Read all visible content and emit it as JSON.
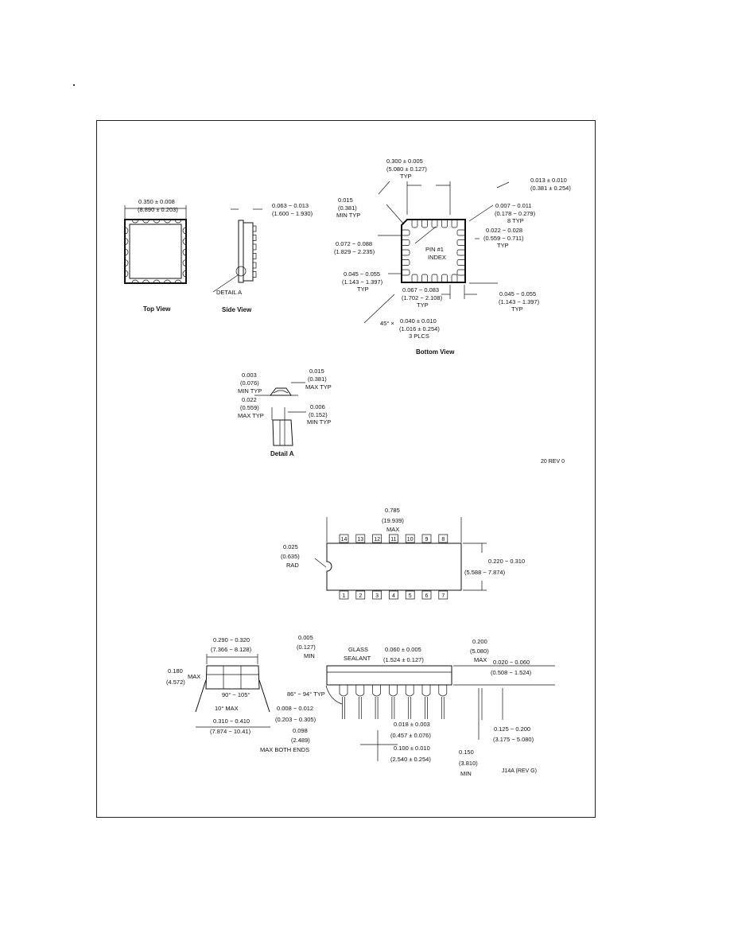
{
  "page": {
    "stray_mark": "."
  },
  "lcc": {
    "top_view": {
      "caption": "Top View",
      "dim_in": "0.350 ± 0.008",
      "dim_mm": "(8.890 ± 0.203)"
    },
    "side_view": {
      "caption": "Side View",
      "dim_in": "0.063 − 0.013",
      "dim_mm": "(1.600 − 1.930)",
      "detail_label": "DETAIL A"
    },
    "bottom_view": {
      "caption": "Bottom View",
      "pin_index_line1": "PIN #1",
      "pin_index_line2": "INDEX",
      "dim_top_in": "0.300 ± 0.005",
      "dim_top_mm": "(5.080 ± 0.127)",
      "dim_top_typ": "TYP",
      "dim_015_in": "0.015",
      "dim_015_mm": "(0.381)",
      "dim_015_note": "MIN TYP",
      "dim_right1_in": "0.013 ± 0.010",
      "dim_right1_mm": "(0.381 ± 0.254)",
      "dim_right2_in": "0.007 − 0.011",
      "dim_right2_mm": "(0.178 − 0.279)",
      "dim_right2_note": "8 TYP",
      "dim_right3_in": "0.022 − 0.028",
      "dim_right3_mm": "(0.559 − 0.711)",
      "dim_right3_note": "TYP",
      "dim_left1_in": "0.072 − 0.088",
      "dim_left1_mm": "(1.829 − 2.235)",
      "dim_left2_in": "0.045 − 0.055",
      "dim_left2_mm": "(1.143 − 1.397)",
      "dim_left2_note": "TYP",
      "dim_bottom_in": "0.067 − 0.083",
      "dim_bottom_mm": "(1.702 − 2.108)",
      "dim_bottom_note": "TYP",
      "dim_br_in": "0.045 − 0.055",
      "dim_br_mm": "(1.143 − 1.397)",
      "dim_br_note": "TYP",
      "chamfer_angle": "45° ×",
      "chamfer_in": "0.040 ± 0.010",
      "chamfer_mm": "(1.016 ± 0.254)",
      "chamfer_note": "3 PLCS"
    },
    "detail_a": {
      "caption": "Detail A",
      "d1_in": "0.003",
      "d1_mm": "(0.076)",
      "d1_note": "MIN TYP",
      "d2_in": "0.022",
      "d2_mm": "(0.559)",
      "d2_note": "MAX TYP",
      "d3_in": "0.015",
      "d3_mm": "(0.381)",
      "d3_note": "MAX TYP",
      "d4_in": "0.006",
      "d4_mm": "(0.152)",
      "d4_note": "MIN TYP"
    },
    "drawing_number": "20 REV 0"
  },
  "dip": {
    "top_pins": [
      "14",
      "13",
      "12",
      "11",
      "10",
      "9",
      "8"
    ],
    "bottom_pins": [
      "1",
      "2",
      "3",
      "4",
      "5",
      "6",
      "7"
    ],
    "length_in": "0.785",
    "length_mm": "(19.939)",
    "length_note": "MAX",
    "notch_in": "0.025",
    "notch_mm": "(0.635)",
    "notch_note": "RAD",
    "width_in": "0.220 − 0.310",
    "width_mm": "(5.588 − 7.874)",
    "end_width_in": "0.290 − 0.320",
    "end_width_mm": "(7.366 − 8.128)",
    "end_height_in": "0.180",
    "end_height_mm": "(4.572)",
    "end_height_note": "MAX",
    "angle_range": "90° − 105°",
    "angle_max": "10° MAX",
    "lead_span_in": "0.310 − 0.410",
    "lead_span_mm": "(7.874 − 10.41)",
    "lead_thk_in": "0.008 − 0.012",
    "lead_thk_mm": "(0.203 − 0.305)",
    "end_gap_in": "0.098",
    "end_gap_mm": "(2.489)",
    "end_gap_note": "MAX BOTH ENDS",
    "shoulder_in": "0.005",
    "shoulder_mm": "(0.127)",
    "shoulder_note": "MIN",
    "glass_line1": "GLASS",
    "glass_line2": "SEALANT",
    "lead_w_in": "0.060 ± 0.005",
    "lead_w_mm": "(1.524 ± 0.127)",
    "height_in": "0.200",
    "height_mm": "(5.080)",
    "height_note": "MAX",
    "standoff_in": "0.020 − 0.060",
    "standoff_mm": "(0.508 − 1.524)",
    "lead_angle": "86° − 94° TYP",
    "lead_dia_in": "0.018 ± 0.003",
    "lead_dia_mm": "(0.457 ± 0.076)",
    "pitch_in": "0.100 ± 0.010",
    "pitch_mm": "(2.540 ± 0.254)",
    "lead_len_in": "0.125 − 0.200",
    "lead_len_mm": "(3.175 − 5.080)",
    "seat_in": "0.150",
    "seat_mm": "(3.810)",
    "seat_note": "MIN",
    "drawing_number": "J14A (REV G)"
  }
}
